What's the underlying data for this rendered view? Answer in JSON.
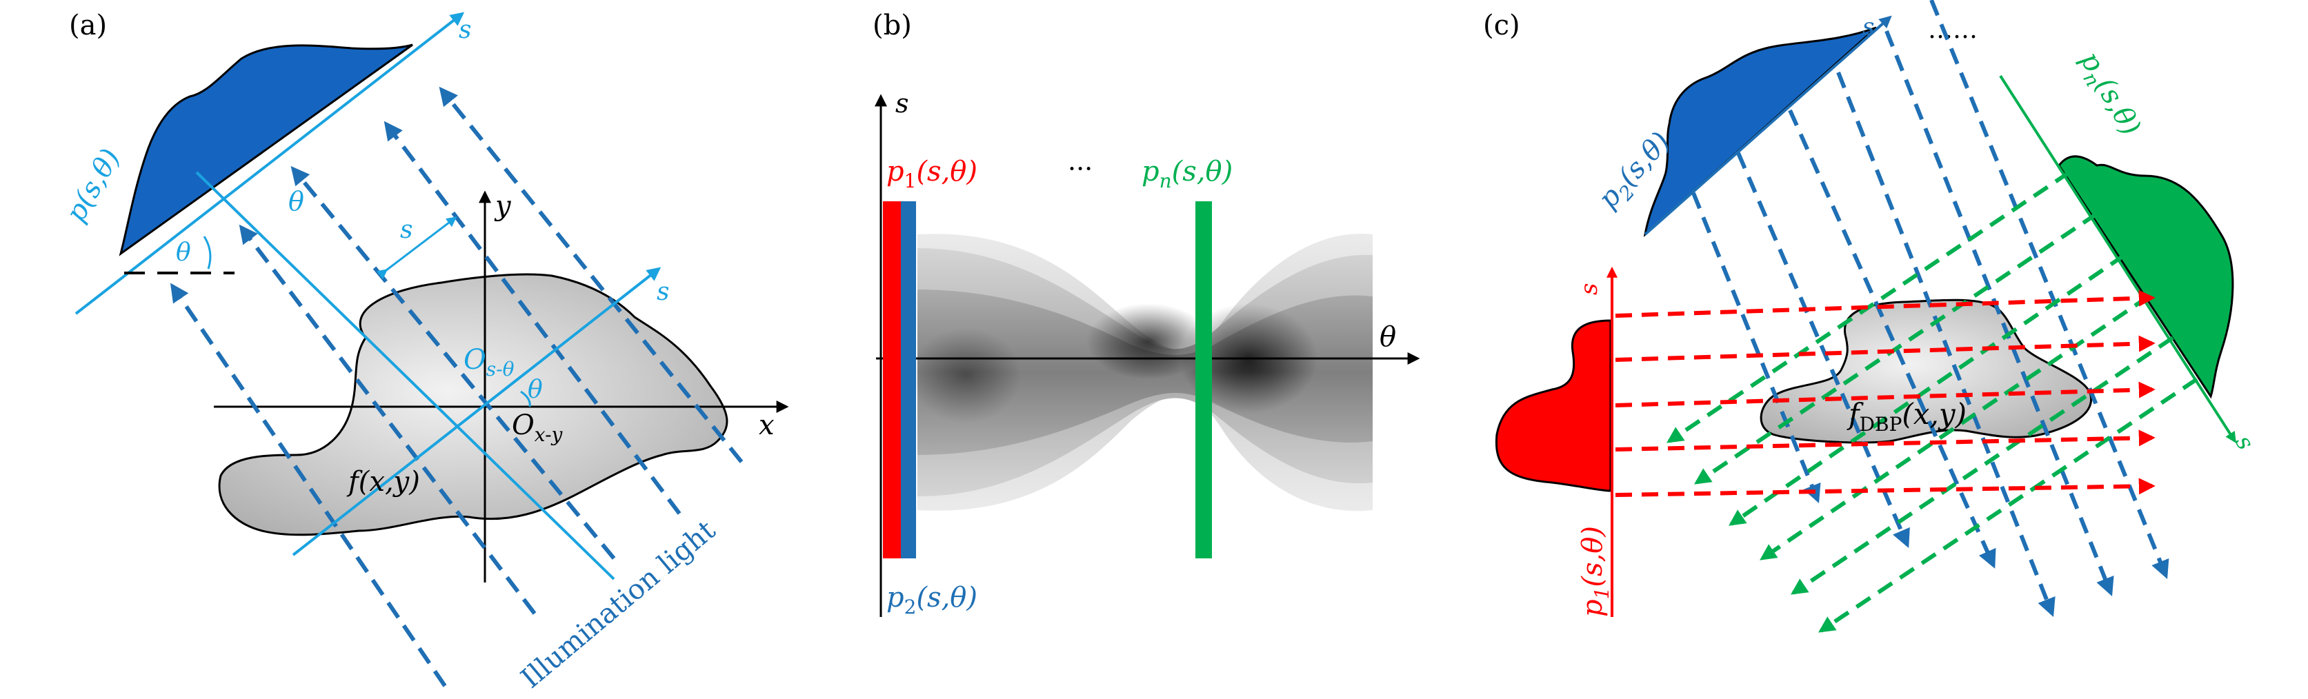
{
  "colors": {
    "dark_blue": "#1f6fb4",
    "light_blue": "#1aa3e0",
    "fill_blue": "#1565c0",
    "red": "#ff0000",
    "green": "#00b050",
    "gray_dark": "#b4b4b4",
    "gray_light": "#ececec",
    "black": "#000000"
  },
  "panel_a": {
    "tag": "(a)",
    "proj": "p(s,θ)",
    "theta": "θ",
    "s": "s",
    "y": "y",
    "x": "x",
    "o_s": "O",
    "o_s_sub": "s-θ",
    "o_xy": "O",
    "o_xy_sub": "x-y",
    "fxy": "f(x,y)",
    "illum": "Illumination light"
  },
  "panel_b": {
    "tag": "(b)",
    "s": "s",
    "theta": "θ",
    "p1": "p",
    "p1_sub": "1",
    "p1_args": "(s,θ)",
    "p2": "p",
    "p2_sub": "2",
    "p2_args": "(s,θ)",
    "pn": "p",
    "pn_sub": "n",
    "pn_args": "(s,θ)",
    "dots": "···"
  },
  "panel_c": {
    "tag": "(c)",
    "s": "s",
    "dots": "……",
    "p1": "p",
    "p1_sub": "1",
    "p1_args": "(s,θ)",
    "p2": "p",
    "p2_sub": "2",
    "p2_args": "(s,θ)",
    "pn": "p",
    "pn_sub": "n",
    "pn_args": "(s,θ)",
    "fdbp": "f",
    "fdbp_sub": "DBP",
    "fdbp_args": "(x,y)"
  }
}
